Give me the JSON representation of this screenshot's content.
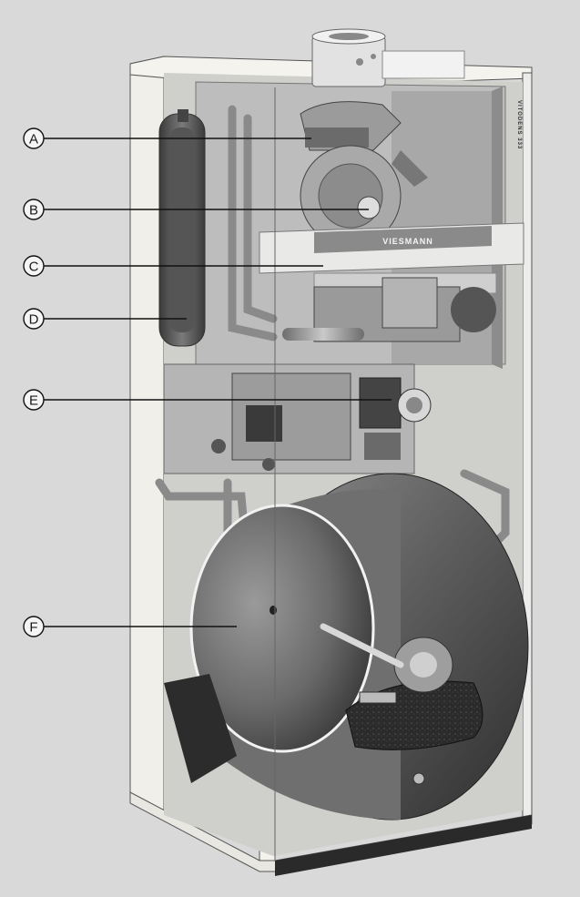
{
  "diagram": {
    "brand_logo": "VIESMANN",
    "model_plate": "VITODENS 333",
    "callouts": [
      {
        "id": "A",
        "label": "A"
      },
      {
        "id": "B",
        "label": "B"
      },
      {
        "id": "C",
        "label": "C"
      },
      {
        "id": "D",
        "label": "D"
      },
      {
        "id": "E",
        "label": "E"
      },
      {
        "id": "F",
        "label": "F"
      }
    ]
  }
}
